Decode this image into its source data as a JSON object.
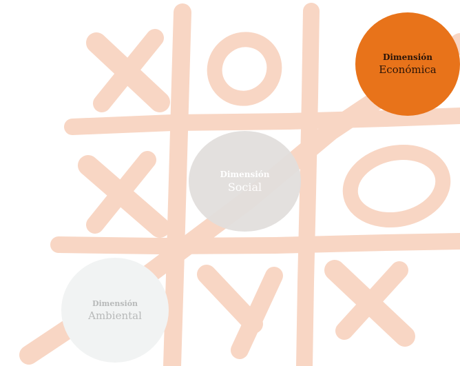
{
  "colors": {
    "stroke": "#f8d6c4",
    "economica": "#e8731a",
    "social": "#e2dfdd",
    "ambiental": "#f1f3f3"
  },
  "circles": {
    "economica": {
      "line1": "Dimensión",
      "line2": "Económica"
    },
    "social": {
      "line1": "Dimensión",
      "line2": "Social"
    },
    "ambiental": {
      "line1": "Dimensión",
      "line2": "Ambiental"
    }
  }
}
